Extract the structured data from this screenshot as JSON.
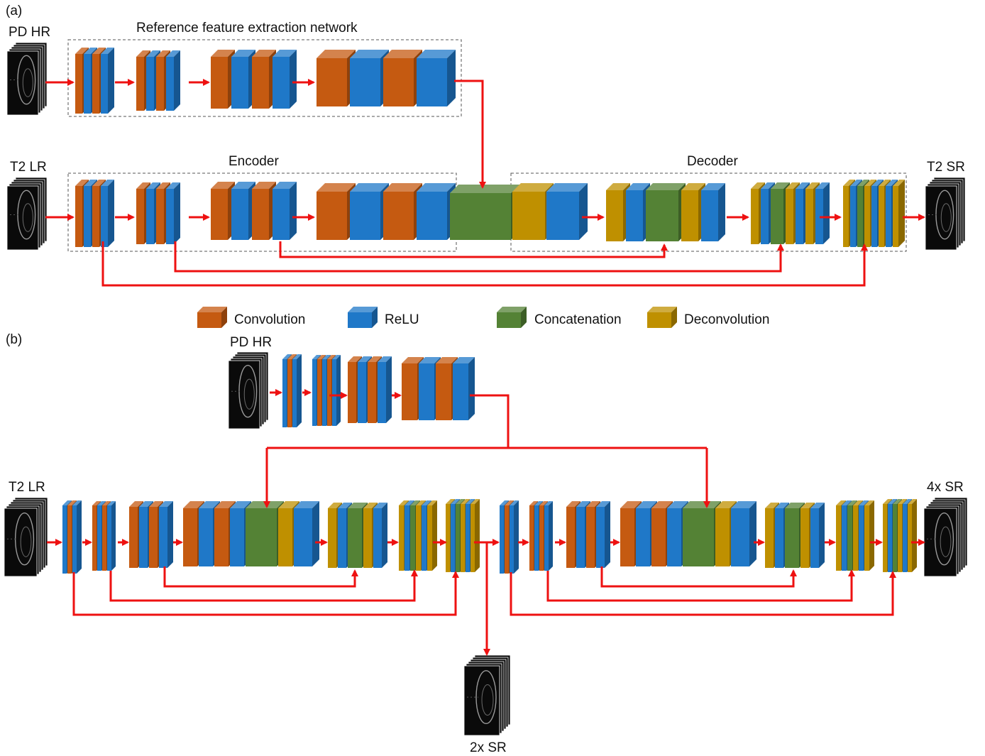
{
  "panel_a": {
    "tag": "(a)",
    "ref_title": "Reference feature extraction network",
    "encoder_title": "Encoder",
    "decoder_title": "Decoder",
    "input_pd": "PD HR",
    "input_t2": "T2 LR",
    "output": "T2 SR"
  },
  "legend": {
    "conv": "Convolution",
    "relu": "ReLU",
    "concat": "Concatenation",
    "deconv": "Deconvolution"
  },
  "panel_b": {
    "tag": "(b)",
    "input_pd": "PD HR",
    "input_t2": "T2 LR",
    "out_4x": "4x SR",
    "out_2x": "2x SR"
  },
  "colors": {
    "conv": "#C55A11",
    "relu": "#1F78C8",
    "concat": "#548235",
    "deconv": "#BF9000",
    "arrow": "#EE1111"
  }
}
